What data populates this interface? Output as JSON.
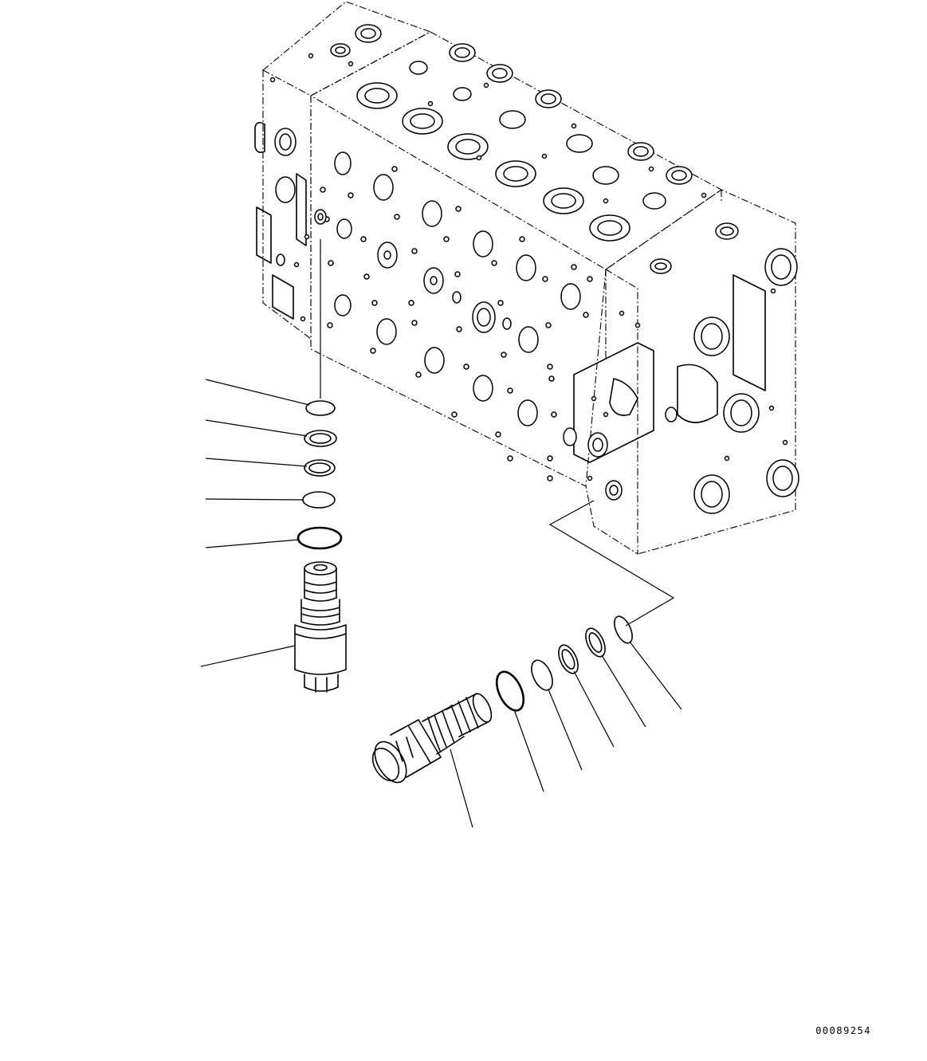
{
  "drawing": {
    "document_number": "00089254"
  },
  "parts": {
    "valve_block": {
      "icon": "control-valve-block"
    },
    "vertical_stack": [
      "plug",
      "shim",
      "shim",
      "plug",
      "o-ring",
      "relief-valve-cartridge"
    ],
    "horizontal_stack": [
      "relief-valve-cartridge",
      "o-ring",
      "plug",
      "shim",
      "shim",
      "plug"
    ]
  }
}
